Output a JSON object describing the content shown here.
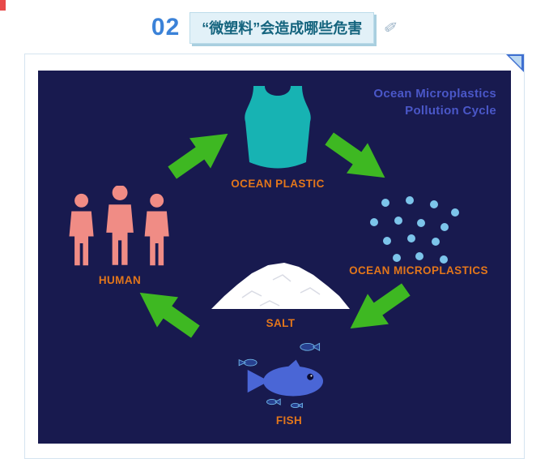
{
  "header": {
    "section_number": "02",
    "section_title": "“微塑料”会造成哪些危害",
    "pen_icon": "✐"
  },
  "infographic": {
    "title_line1": "Ocean Microplastics",
    "title_line2": "Pollution Cycle",
    "labels": {
      "ocean_plastic": "OCEAN PLASTIC",
      "ocean_microplastics": "OCEAN MICROPLASTICS",
      "human": "HUMAN",
      "salt": "SALT",
      "fish": "FISH"
    },
    "colors": {
      "background": "#181a4f",
      "title": "#4a57c8",
      "label": "#e2761b",
      "arrow": "#3eb822",
      "human": "#f08c85",
      "bag": "#17b3b3",
      "dots": "#7cc4ea",
      "fish": "#4a66d6",
      "salt": "#ffffff"
    }
  }
}
